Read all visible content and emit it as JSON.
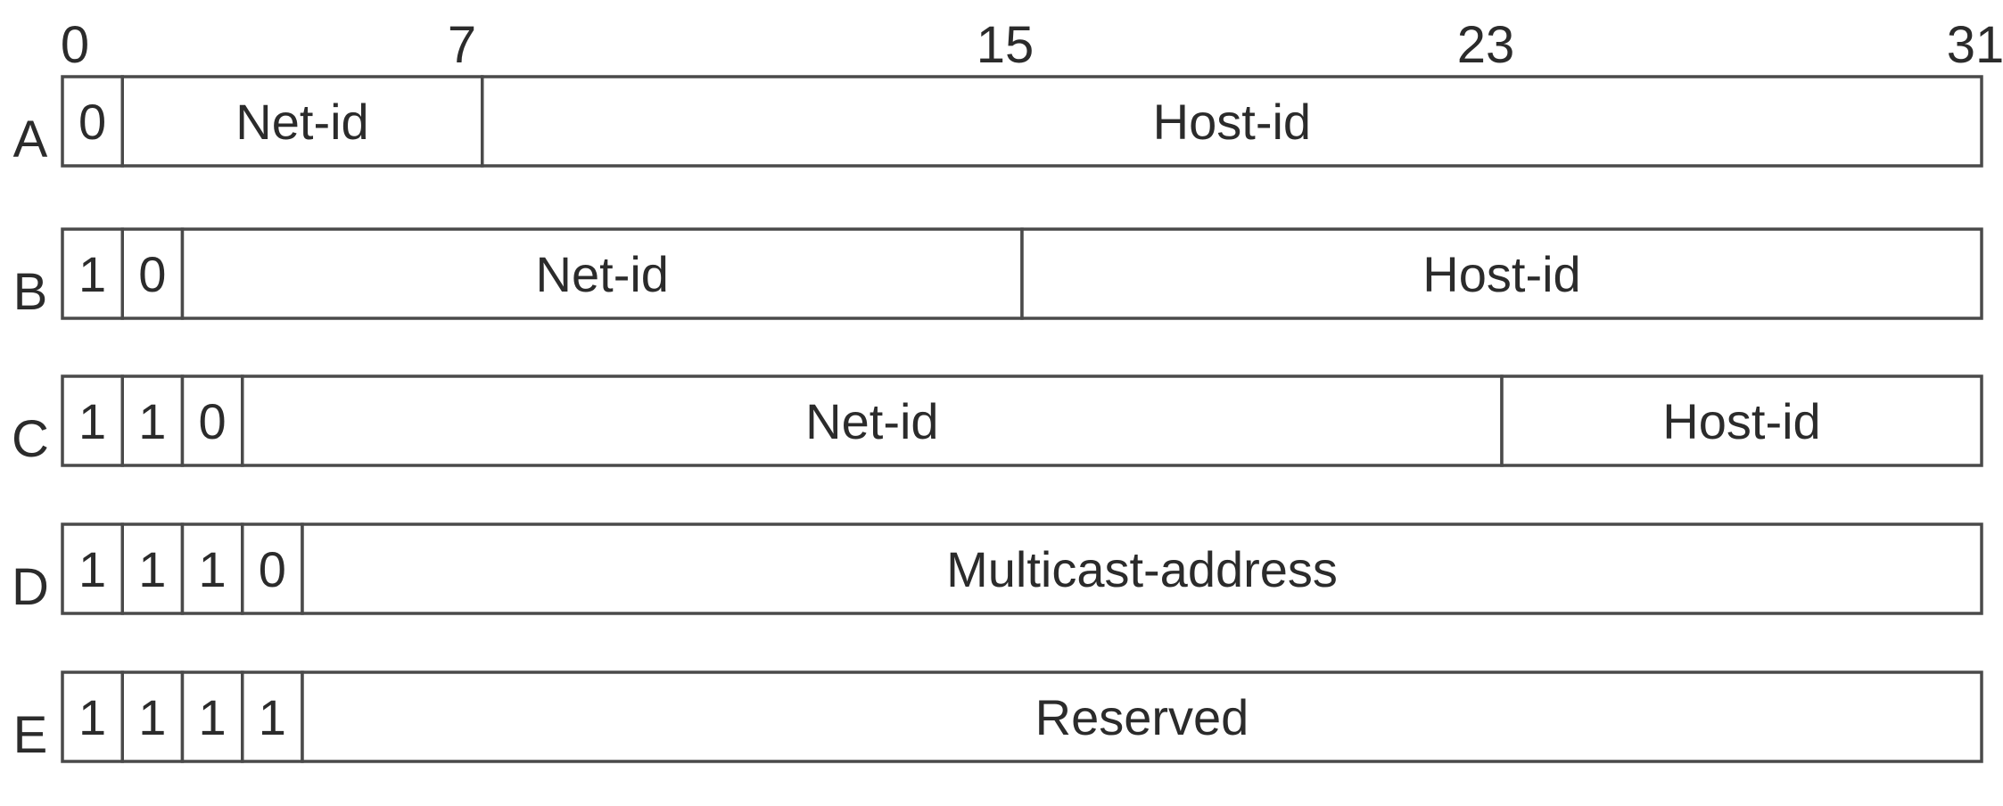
{
  "bit_positions": [
    "0",
    "7",
    "15",
    "23",
    "31"
  ],
  "classes": [
    {
      "label": "A",
      "fields": [
        {
          "text": "0",
          "bits": 1
        },
        {
          "text": "Net-id",
          "bits": 6
        },
        {
          "text": "Host-id",
          "bits": 25
        }
      ]
    },
    {
      "label": "B",
      "fields": [
        {
          "text": "1",
          "bits": 1
        },
        {
          "text": "0",
          "bits": 1
        },
        {
          "text": "Net-id",
          "bits": 14
        },
        {
          "text": "Host-id",
          "bits": 16
        }
      ]
    },
    {
      "label": "C",
      "fields": [
        {
          "text": "1",
          "bits": 1
        },
        {
          "text": "1",
          "bits": 1
        },
        {
          "text": "0",
          "bits": 1
        },
        {
          "text": "Net-id",
          "bits": 21
        },
        {
          "text": "Host-id",
          "bits": 8
        }
      ]
    },
    {
      "label": "D",
      "fields": [
        {
          "text": "1",
          "bits": 1
        },
        {
          "text": "1",
          "bits": 1
        },
        {
          "text": "1",
          "bits": 1
        },
        {
          "text": "0",
          "bits": 1
        },
        {
          "text": "Multicast-address",
          "bits": 28
        }
      ]
    },
    {
      "label": "E",
      "fields": [
        {
          "text": "1",
          "bits": 1
        },
        {
          "text": "1",
          "bits": 1
        },
        {
          "text": "1",
          "bits": 1
        },
        {
          "text": "1",
          "bits": 1
        },
        {
          "text": "Reserved",
          "bits": 28
        }
      ]
    }
  ],
  "colors": {
    "line": "#4a4a4a",
    "text": "#2b2b2b",
    "background": "#ffffff"
  }
}
